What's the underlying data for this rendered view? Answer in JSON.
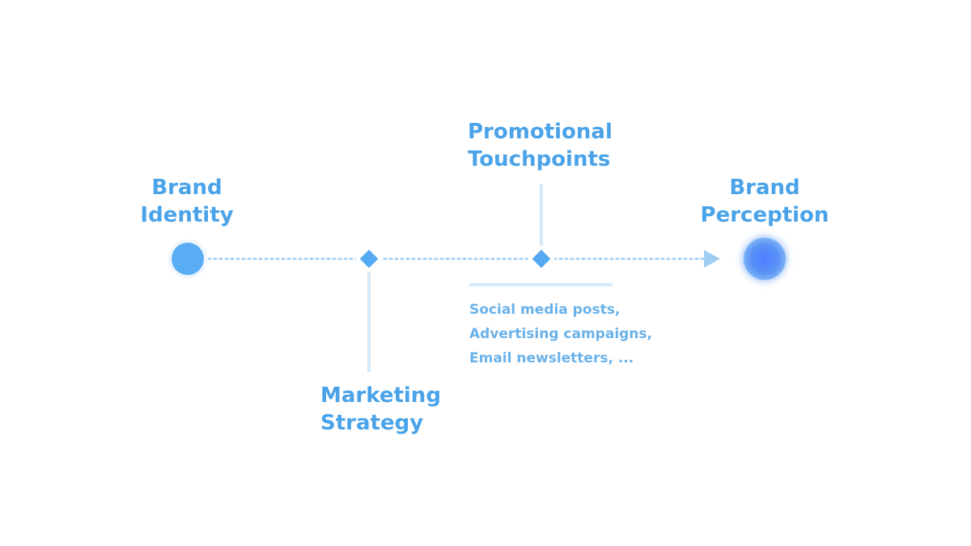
{
  "diagram": {
    "nodes": {
      "brand_identity": {
        "line1": "Brand",
        "line2": "Identity"
      },
      "marketing_strategy": {
        "line1": "Marketing",
        "line2": "Strategy"
      },
      "promotional_touchpoints": {
        "line1": "Promotional",
        "line2": "Touchpoints"
      },
      "brand_perception": {
        "line1": "Brand",
        "line2": "Perception"
      }
    },
    "touchpoint_examples": [
      "Social media posts,",
      "Advertising campaigns,",
      "Email newsletters, ..."
    ]
  },
  "colors": {
    "primary": "#4aa3e8",
    "secondary": "#6ab2ea",
    "connector": "#d6e9f8",
    "end_node": "#4f86ff"
  }
}
